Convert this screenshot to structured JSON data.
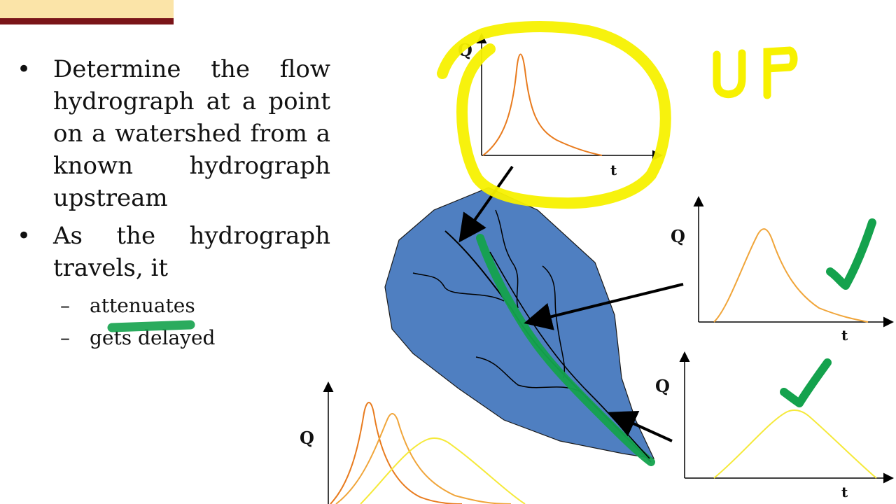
{
  "slide": {
    "bullets": [
      {
        "text": "Determine the flow hydrograph at a point on a watershed from a known hydrograph upstream"
      },
      {
        "text": "As the hydrograph travels, it"
      }
    ],
    "sub_bullets": [
      {
        "text": "attenuates"
      },
      {
        "text": "gets delayed"
      }
    ]
  },
  "annotations": {
    "handwritten_up": "UP"
  },
  "diagram": {
    "upstream_graph": {
      "y_label": "Q",
      "x_label": "t"
    },
    "middle_graph": {
      "y_label": "Q",
      "x_label": "t"
    },
    "downstream_graph": {
      "y_label": "Q",
      "x_label": "t"
    },
    "combined_graph": {
      "y_label": "Q"
    }
  },
  "colors": {
    "watershed_fill": "#4f7fc1",
    "peak_orange": "#e87b1e",
    "mid_orange": "#f0a53a",
    "yellow_curve": "#f5e93a",
    "highlighter_yellow": "#f7f100",
    "highlighter_green": "#14a24d",
    "header_bar": "#fbe4a8",
    "header_line": "#7a1418"
  }
}
